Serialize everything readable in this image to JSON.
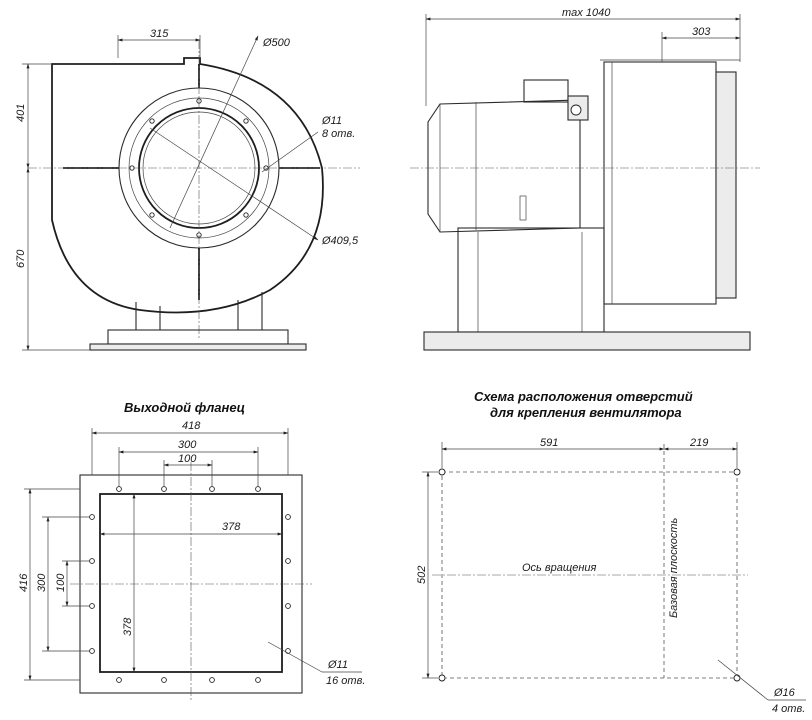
{
  "front_view": {
    "dim_outlet_offset": "315",
    "dim_outer_diameter": "Ø500",
    "dim_hole_diameter": "Ø11",
    "dim_hole_count": "8 отв.",
    "dim_inner_diameter": "Ø409,5",
    "dim_upper_height": "401",
    "dim_lower_height": "670"
  },
  "side_view": {
    "dim_max_length": "max 1040",
    "dim_housing_width": "303"
  },
  "outlet_flange": {
    "title": "Выходной фланец",
    "dim_outer_width": "418",
    "dim_hole_span": "300",
    "dim_hole_pitch": "100",
    "dim_opening_width": "378",
    "dim_outer_height": "416",
    "dim_hole_span_vertical": "300",
    "dim_hole_pitch_vertical": "100",
    "dim_opening_height": "378",
    "dim_hole_diameter": "Ø11",
    "dim_hole_count": "16 отв."
  },
  "mounting_scheme": {
    "title_line1": "Схема расположения отверстий",
    "title_line2": "для крепления вентилятора",
    "dim_left_span": "591",
    "dim_right_span": "219",
    "dim_height": "502",
    "label_rotation_axis": "Ось вращения",
    "label_base_plane": "Базовая плоскость",
    "dim_hole_diameter": "Ø16",
    "dim_hole_count": "4 отв."
  }
}
